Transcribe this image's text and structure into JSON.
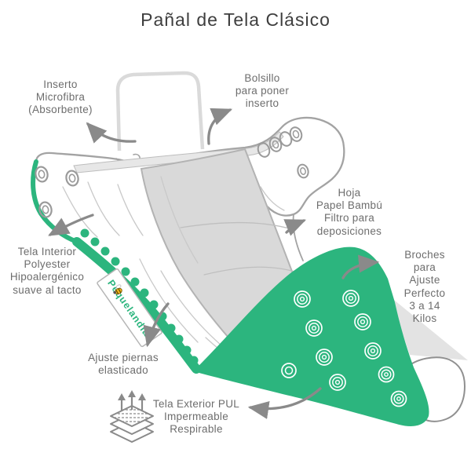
{
  "title": "Pañal de Tela Clásico",
  "labels": {
    "inserto": "Inserto\nMicrofibra\n(Absorbente)",
    "bolsillo": "Bolsillo\npara poner\ninserto",
    "hoja": "Hoja\nPapel Bambú\nFiltro para\ndeposiciones",
    "tela_interior": "Tela Interior\nPolyester\nHipoalergénico\nsuave al tacto",
    "broches": "Broches para\nAjuste Perfecto\n3 a 14 Kilos",
    "ajuste": "Ajuste piernas\nelasticado",
    "tela_exterior": "Tela Exterior PUL\nImpermeable\nRespirable"
  },
  "tag": {
    "brand": "Pequelandia"
  },
  "icons": {
    "breathable": "breathable-fabric-icon",
    "bee": "bee-icon",
    "snap": "snap-button-icon",
    "arrow": "curved-pointer-arrow"
  },
  "colors": {
    "accent_green": "#2cb57e",
    "outline_gray": "#a3a3a3",
    "panel_gray": "#d9d9d9",
    "arrow_gray": "#8a8a8a",
    "label_text": "#6d6d6d",
    "title_text": "#3e3e3e",
    "bee_yellow": "#f3b41b"
  }
}
